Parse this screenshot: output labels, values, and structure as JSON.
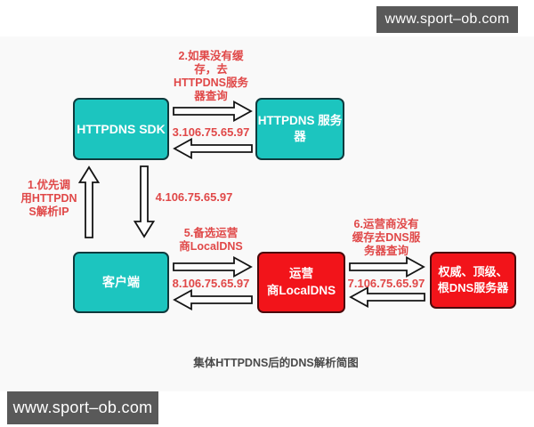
{
  "watermark": {
    "text": "www.sport–ob.com"
  },
  "caption": "集体HTTPDNS后的DNS解析简图",
  "boxes": {
    "httpdns_sdk": {
      "label": "HTTPDNS SDK"
    },
    "httpdns_server": {
      "line1": "HTTPDNS 服务",
      "line2": "器"
    },
    "client": {
      "label": "客户端"
    },
    "isp_localdns": {
      "line1": "运营",
      "line2": "商LocalDNS"
    },
    "root_dns": {
      "line1": "权威、顶级、",
      "line2": "根DNS服务器"
    }
  },
  "annotations": {
    "step1": {
      "line1": "1.优先调",
      "line2": "用HTTPDN",
      "line3": "S解析IP"
    },
    "step2": {
      "line1": "2.如果没有缓",
      "line2": "存，去",
      "line3": "HTTPDNS服务",
      "line4": "器查询"
    },
    "step3": "3.106.75.65.97",
    "step4": "4.106.75.65.97",
    "step5": {
      "line1": "5.备选运营",
      "line2": "商LocalDNS"
    },
    "step6": {
      "line1": "6.运营商没有",
      "line2": "缓存去DNS服",
      "line3": "务器查询"
    },
    "step7": "7.106.75.65.97",
    "step8": "8.106.75.65.97"
  },
  "colors": {
    "teal_box": "#1cc5bf",
    "red_box": "#f2141a",
    "annotation_red": "#e04848",
    "watermark_bg": "#595959",
    "panel_bg": "#f9f9f9"
  }
}
